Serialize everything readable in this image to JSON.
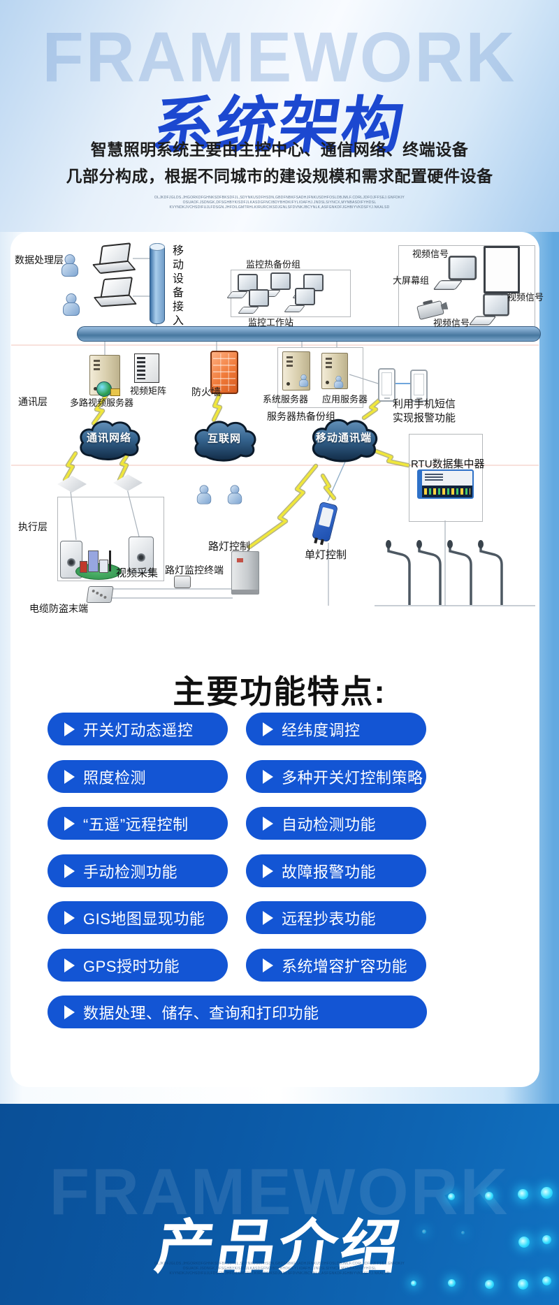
{
  "top": {
    "watermark": "FRAMEWORK",
    "title": "系统架构",
    "description": [
      "智慧照明系统主要由主控中心、通信网络、终端设备",
      "几部分构成，根据不同城市的建设规模和需求配置硬件设备"
    ],
    "fine_print": [
      "OLJKDFJGLDS.JHGORKDFGHNKSDFBKSDFJL,SDYNKUSDFHSDN,GBDFNBKFSADHJFNKUSDHFOSLDBJMLF.CDRLJDFOJFFSEJ.GNFDKIY",
      "OSUAOF.JSDNGK,DFSGHBYKISDFJLKASDGFNCIBDYBHDKIFYLIOAFHJ.JNDSLSIYNCX,MYNBASDIFYHDSL",
      "KVYNDKJVCHSDIFUJLFDSGN.JHFDILGMTRHLKIRURCIKSDJGNLSFDVNKJBCYNLK,ASFGNKDFJGHBIYVKDSFYJ.NKALSD"
    ]
  },
  "diagram": {
    "layers": {
      "data": "数据处理层",
      "comm": "通讯层",
      "exec": "执行层"
    },
    "labels": {
      "mobile_access": "移动设备接入",
      "monitor_backup_group": "监控热备份组",
      "monitor_workstation": "监控工作站",
      "video_signal": "视频信号",
      "big_screen_group": "大屏幕组",
      "multi_video_server": "多路视频服务器",
      "video_matrix": "视频矩阵",
      "firewall": "防火墙",
      "system_server": "系统服务器",
      "app_server": "应用服务器",
      "server_backup_group": "服务器热备份组",
      "sms_alarm_line1": "利用手机短信",
      "sms_alarm_line2": "实现报警功能",
      "comm_network": "通讯网络",
      "internet": "互联网",
      "mobile_comm_terminal": "移动通讯端",
      "rtu_concentrator": "RTU数据集中器",
      "video_capture": "视频采集",
      "street_lamp_control": "路灯控制",
      "single_lamp_control": "单灯控制",
      "lamp_monitor_terminal": "路灯监控终端",
      "cable_antitheft_terminal": "电缆防盗末端"
    }
  },
  "features": {
    "heading": "主要功能特点:",
    "left": [
      "开关灯动态遥控",
      "照度检测",
      "“五遥”远程控制",
      "手动检测功能",
      "GIS地图显现功能",
      "GPS授时功能"
    ],
    "right": [
      "经纬度调控",
      "多种开关灯控制策略",
      "自动检测功能",
      "故障报警功能",
      "远程抄表功能",
      "系统增容扩容功能"
    ],
    "wide": "数据处理、储存、查询和打印功能"
  },
  "bottom": {
    "watermark": "FRAMEWORK",
    "title": "产品介绍",
    "fine_print": [
      "OLJKDFJGLDS.JHGORKDFGHNKSDFBKSDFJL,SDYNKUSDFHSDN,GBDFNBKFSADHJFNKUSDHFOSLDBJMLF.CDRLJDFOJFFSEJ.GNFDKIY",
      "OSUAOF.JSDNGK,DFSGHBYKISDFJLKASDGFNCIBDYBHDKIFYLIOAFHJ.JNDSLSIYNCX,MYNBASDIFYHDSL",
      "KVYNDKJVCHSDIFUJLFDSGN.JHFDILGMTRHLKIRURCIKSDJGNLSFDVNKJBCYNLK,ASFGNKDFJGHBIYVKDSFYJ.NKALSD"
    ]
  },
  "colors": {
    "accent_blue": "#1355d4",
    "title_blue": "#1c48d0",
    "dark_blue": "#0b59a6",
    "glow_cyan": "#35ddff"
  }
}
